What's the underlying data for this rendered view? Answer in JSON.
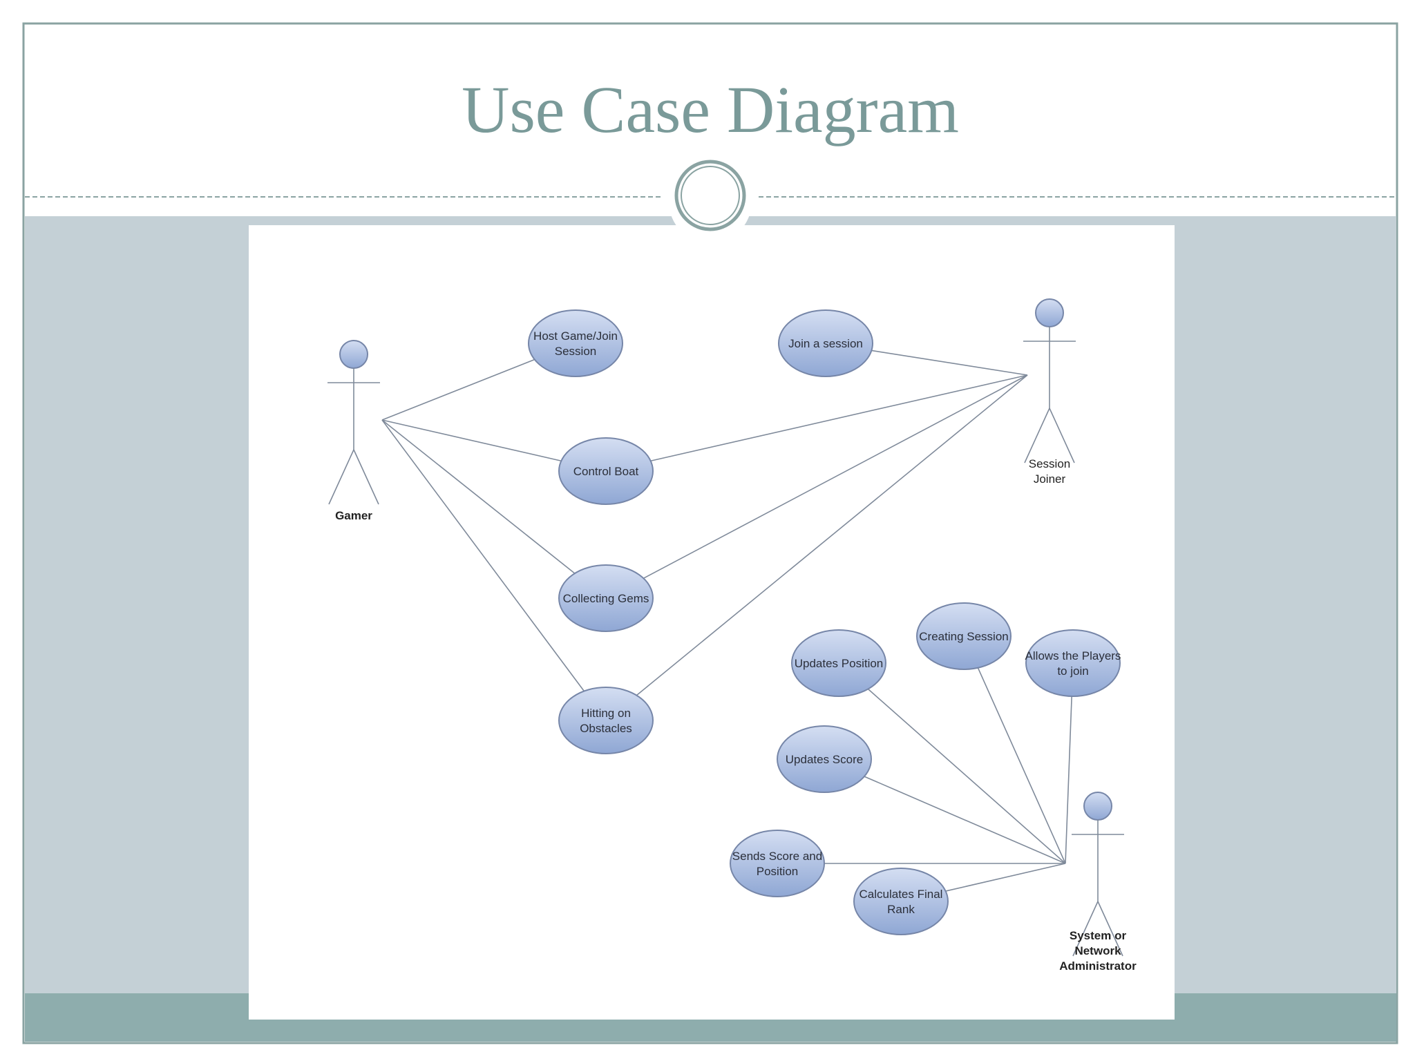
{
  "slide": {
    "title": "Use Case Diagram",
    "colors": {
      "title": "#7a9a99",
      "frame": "#8aa3a2",
      "band": "#c4d0d6",
      "footer": "#8eadad",
      "ellipse_fill_top": "#d4def2",
      "ellipse_fill_bottom": "#8fa7d4",
      "ellipse_stroke": "#7686a8",
      "line": "#7f8a9a"
    }
  },
  "diagram": {
    "actors": [
      {
        "id": "gamer",
        "label": [
          "Gamer"
        ],
        "bold": true
      },
      {
        "id": "session-joiner",
        "label": [
          "Session",
          "Joiner"
        ],
        "bold": false
      },
      {
        "id": "system-admin",
        "label": [
          "System or",
          "Network",
          "Administrator"
        ],
        "bold": true
      }
    ],
    "use_cases": [
      {
        "id": "host-game-join-session",
        "label": [
          "Host Game/Join",
          "Session"
        ]
      },
      {
        "id": "join-a-session",
        "label": [
          "Join a session"
        ]
      },
      {
        "id": "control-boat",
        "label": [
          "Control Boat"
        ]
      },
      {
        "id": "collecting-gems",
        "label": [
          "Collecting Gems"
        ]
      },
      {
        "id": "hitting-on-obstacles",
        "label": [
          "Hitting on",
          "Obstacles"
        ]
      },
      {
        "id": "creating-session",
        "label": [
          "Creating Session"
        ]
      },
      {
        "id": "updates-position",
        "label": [
          "Updates Position"
        ]
      },
      {
        "id": "allows-players-join",
        "label": [
          "Allows the Players",
          "to join"
        ]
      },
      {
        "id": "updates-score",
        "label": [
          "Updates Score"
        ]
      },
      {
        "id": "sends-score-position",
        "label": [
          "Sends Score and",
          "Position"
        ]
      },
      {
        "id": "calculates-final-rank",
        "label": [
          "Calculates Final",
          "Rank"
        ]
      }
    ],
    "associations": [
      {
        "actor": "gamer",
        "use_case": "host-game-join-session"
      },
      {
        "actor": "gamer",
        "use_case": "control-boat"
      },
      {
        "actor": "gamer",
        "use_case": "collecting-gems"
      },
      {
        "actor": "gamer",
        "use_case": "hitting-on-obstacles"
      },
      {
        "actor": "session-joiner",
        "use_case": "join-a-session"
      },
      {
        "actor": "session-joiner",
        "use_case": "control-boat"
      },
      {
        "actor": "session-joiner",
        "use_case": "collecting-gems"
      },
      {
        "actor": "session-joiner",
        "use_case": "hitting-on-obstacles"
      },
      {
        "actor": "system-admin",
        "use_case": "updates-position"
      },
      {
        "actor": "system-admin",
        "use_case": "creating-session"
      },
      {
        "actor": "system-admin",
        "use_case": "allows-players-join"
      },
      {
        "actor": "system-admin",
        "use_case": "updates-score"
      },
      {
        "actor": "system-admin",
        "use_case": "sends-score-position"
      },
      {
        "actor": "system-admin",
        "use_case": "calculates-final-rank"
      }
    ]
  }
}
